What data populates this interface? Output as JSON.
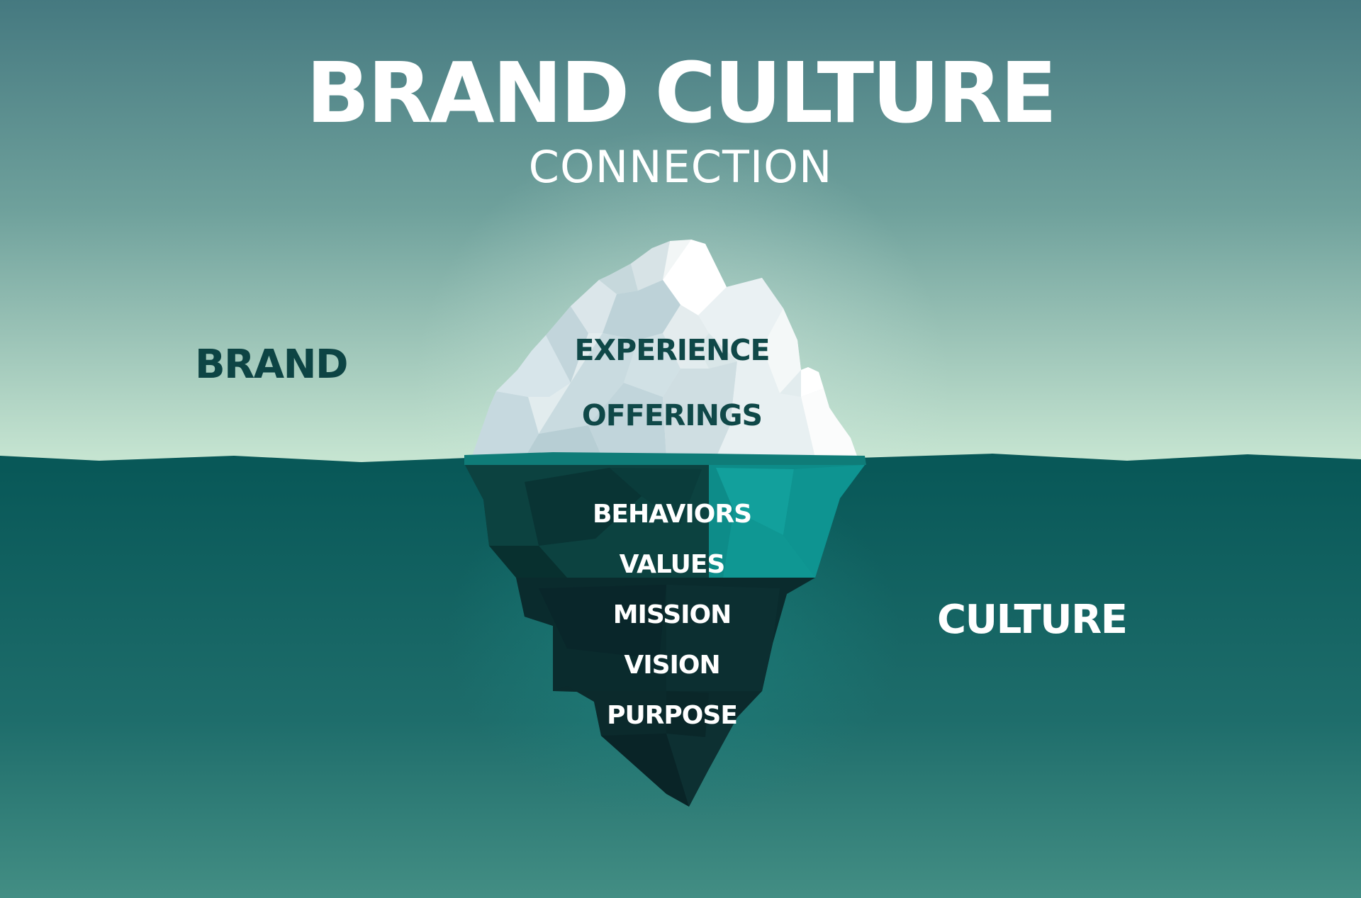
{
  "title": "BRAND CULTURE",
  "subtitle": "CONNECTION",
  "labels": {
    "above": "BRAND",
    "below": "CULTURE"
  },
  "above_water_layers": [
    "EXPERIENCE",
    "OFFERINGS"
  ],
  "below_water_layers": [
    "BEHAVIORS",
    "VALUES",
    "MISSION",
    "VISION",
    "PURPOSE"
  ],
  "colors": {
    "sky_top": "#467a80",
    "sky_bottom": "#c8e6d2",
    "water_top": "#085a5a",
    "water_bottom": "#3c8a80",
    "title_text": "#ffffff",
    "brand_text": "#0d4444",
    "culture_text": "#ffffff",
    "above_layer_text": "#0f4848",
    "below_layer_text": "#ffffff",
    "iceberg_teal": "#0fa3a0",
    "iceberg_dark": "#0a2a2c"
  }
}
